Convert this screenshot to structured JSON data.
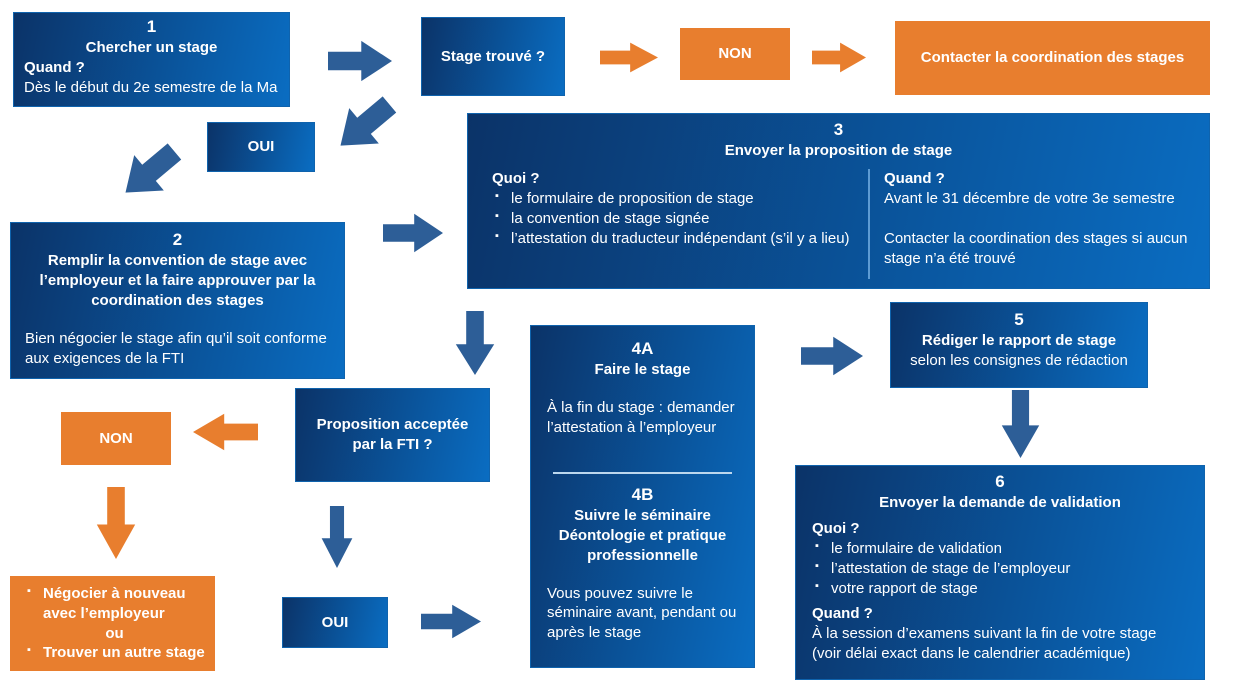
{
  "colors": {
    "blue_dark": "#0B3368",
    "blue_light": "#0A6DC2",
    "arrow_blue": "#2D5E97",
    "orange": "#E87E2E"
  },
  "nodes": {
    "step1": {
      "number": "1",
      "title": "Chercher un stage",
      "quand_label": "Quand ?",
      "quand_text": "Dès le début du 2e semestre de la Ma"
    },
    "stage_trouve": {
      "label": "Stage trouvé ?"
    },
    "non_top": {
      "label": "NON"
    },
    "contacter": {
      "label": "Contacter la coordination des stages"
    },
    "oui_top": {
      "label": "OUI"
    },
    "step2": {
      "number": "2",
      "title": "Remplir la convention de stage avec l’employeur et la faire approuver par la coordination des stages",
      "note": "Bien négocier le stage afin qu’il soit conforme aux exigences de la FTI"
    },
    "step3": {
      "number": "3",
      "title": "Envoyer la proposition de stage",
      "quoi_label": "Quoi ?",
      "quoi_items": [
        "le formulaire de proposition de stage",
        "la convention de stage signée",
        "l’attestation du traducteur indépendant (s’il y a lieu)"
      ],
      "quand_label": "Quand ?",
      "quand_text": "Avant le 31 décembre de votre 3e semestre",
      "quand_note": "Contacter la coordination des stages si aucun stage n’a été trouvé"
    },
    "proposition": {
      "label": "Proposition acceptée par la FTI ?"
    },
    "non_left": {
      "label": "NON"
    },
    "negocier": {
      "item1": "Négocier à nouveau avec l’employeur",
      "separator": "ou",
      "item2": "Trouver un autre stage"
    },
    "oui_bottom": {
      "label": "OUI"
    },
    "step4a": {
      "number": "4A",
      "title": "Faire le stage",
      "note": "À la fin du stage : demander l’attestation  à l’employeur"
    },
    "step4b": {
      "number": "4B",
      "title": "Suivre le séminaire Déontologie et pratique professionnelle",
      "note": "Vous pouvez suivre le séminaire avant, pendant ou après le stage"
    },
    "step5": {
      "number": "5",
      "title": "Rédiger le rapport de stage",
      "note": "selon les consignes de rédaction"
    },
    "step6": {
      "number": "6",
      "title": "Envoyer la demande de validation",
      "quoi_label": "Quoi ?",
      "quoi_items": [
        "le formulaire de validation",
        "l’attestation de stage de  l’employeur",
        "votre rapport de stage"
      ],
      "quand_label": "Quand ?",
      "quand_text": "À la session d’examens suivant la fin de votre stage",
      "quand_note": "(voir délai exact dans le calendrier académique)"
    }
  }
}
